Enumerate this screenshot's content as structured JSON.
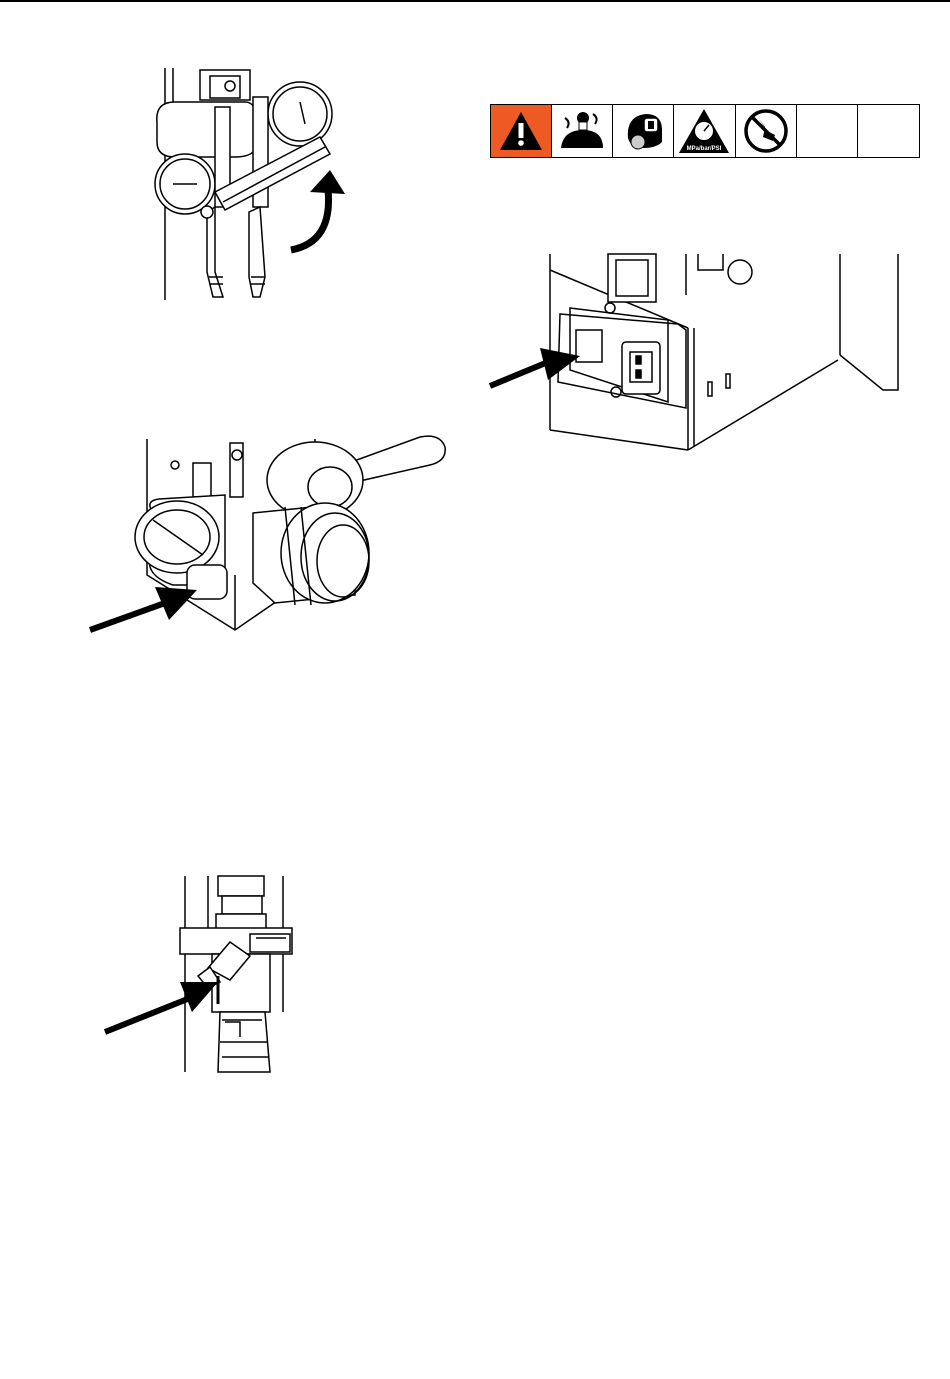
{
  "symbols": {
    "items": [
      {
        "icon": "warning-triangle-icon"
      },
      {
        "icon": "fume-inhalation-icon"
      },
      {
        "icon": "face-protection-icon"
      },
      {
        "icon": "pressure-gauge-icon",
        "label": "MPa/bar/PSI"
      },
      {
        "icon": "no-hand-contact-icon"
      },
      {
        "icon": "blank"
      },
      {
        "icon": "blank"
      }
    ]
  },
  "figures": [
    {
      "name": "gauge-manifold-lever-figure"
    },
    {
      "name": "fluid-manifold-valve-figure"
    },
    {
      "name": "control-box-power-switch-figure"
    },
    {
      "name": "pump-drain-valve-figure"
    }
  ]
}
